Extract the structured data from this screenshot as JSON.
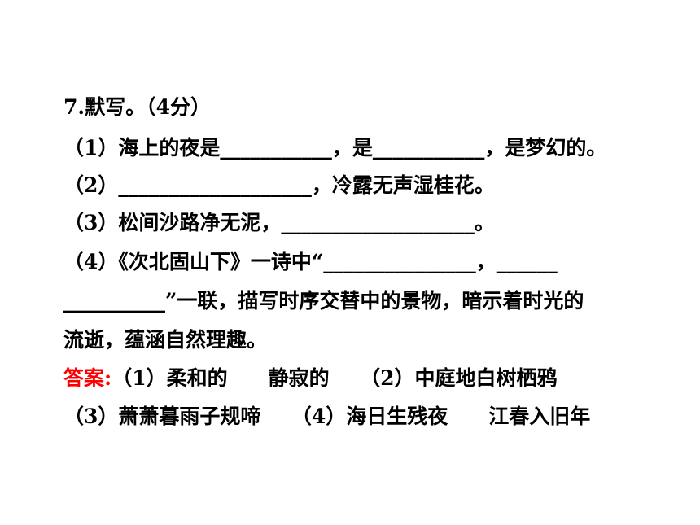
{
  "question": {
    "heading": "7.默写。（4分）",
    "items": [
      "（1）海上的夜是___________，是___________，是梦幻的。",
      "（2）___________________，冷露无声湿桂花。",
      "（3）松间沙路净无泥，___________________。",
      "（4）《次北固山下》一诗中“_______________，______",
      "__________”一联，描写时序交替中的景物，暗示着时光的",
      "流逝，蕴涵自然理趣。"
    ]
  },
  "answer": {
    "label": "答案:",
    "line1": "（1）柔和的　　静寂的　　（2）中庭地白树栖鸦",
    "line2": "（3）萧萧暮雨子规啼　　（4）海日生残夜　　江春入旧年"
  },
  "colors": {
    "text": "#000000",
    "answer_label": "#ff0000",
    "background": "#ffffff"
  }
}
